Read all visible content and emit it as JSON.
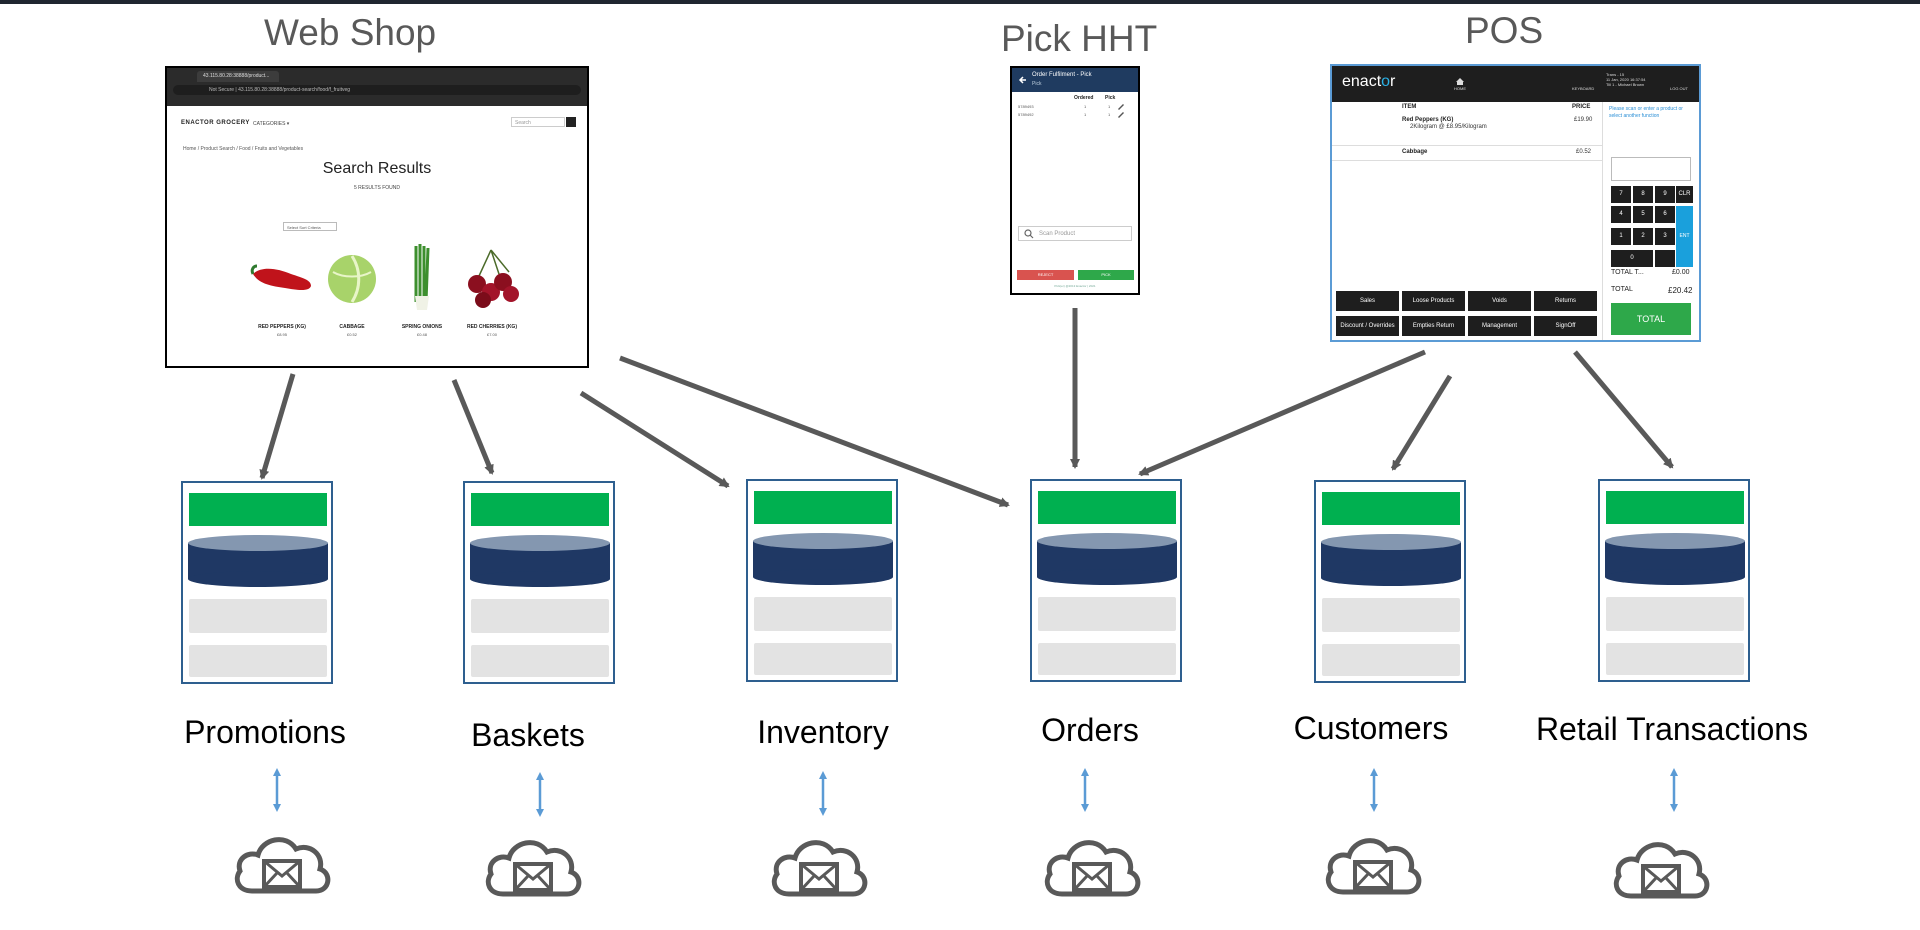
{
  "titles": {
    "web_shop": "Web Shop",
    "pick_hht": "Pick HHT",
    "pos": "POS"
  },
  "web_shop": {
    "tab_title": "43.115.80.28:38888/product...",
    "url": "43.115.80.28:38888/product-search/food/f_fruitveg",
    "url_prefix": "Not Secure",
    "brand": "ENACTOR GROCERY",
    "categories": "CATEGORIES ▾",
    "search_placeholder": "Search",
    "breadcrumb": "Home / Product Search / Food / Fruits and Vegetables",
    "heading": "Search Results",
    "results_count": "5 RESULTS FOUND",
    "sort_label": "Select Sort Criteria",
    "products": [
      {
        "name": "RED PEPPERS (KG)",
        "price": "£8.95"
      },
      {
        "name": "CABBAGE",
        "price": "£0.52"
      },
      {
        "name": "SPRING ONIONS",
        "price": "£0.48"
      },
      {
        "name": "RED CHERRIES (KG)",
        "price": "£7.00"
      }
    ]
  },
  "pick_hht": {
    "header_title": "Order Fulfilment - Pick",
    "header_sub": "Pick",
    "col_ordered": "Ordered",
    "col_pick": "Pick",
    "rows": [
      {
        "code": "5789493",
        "ordered": "1",
        "pick": "1"
      },
      {
        "code": "5789492",
        "ordered": "1",
        "pick": "1"
      }
    ],
    "scan_placeholder": "Scan Product",
    "reject_label": "REJECT",
    "pick_label": "PICK",
    "footer": "Pick(er) @2013 Enactor | 2021"
  },
  "pos": {
    "logo_prefix": "enact",
    "logo_o": "o",
    "logo_suffix": "r",
    "home_label": "HOME",
    "keyboard_label": "KEYBOARD",
    "logout_label": "LOG OUT",
    "info_line1": "Trans - 15",
    "info_line2": "11 Jan, 2020 16:37:54",
    "info_line3": "Till 1 - Michael Brown",
    "col_item": "ITEM",
    "col_price": "PRICE",
    "line1_name": "Red Peppers (KG)",
    "line1_detail": "2Kilogram @ £8.95/Kilogram",
    "line1_price": "£19.90",
    "line2_name": "Cabbage",
    "line2_price": "£0.52",
    "prompt": "Please scan or enter a product or select another function",
    "keys": [
      "7",
      "8",
      "9",
      "CLR",
      "4",
      "5",
      "6",
      "1",
      "2",
      "3",
      "0"
    ],
    "enter_label": "ENT",
    "total_tendered_label": "TOTAL T...",
    "total_tendered_value": "£0.00",
    "total_label": "TOTAL",
    "total_value": "£20.42",
    "total_button": "TOTAL",
    "function_buttons": [
      "Sales",
      "Loose Products",
      "Voids",
      "Returns",
      "Discount / Overrides",
      "Empties Return",
      "Management",
      "SignOff"
    ]
  },
  "services": [
    {
      "name": "Promotions"
    },
    {
      "name": "Baskets"
    },
    {
      "name": "Inventory"
    },
    {
      "name": "Orders"
    },
    {
      "name": "Customers"
    },
    {
      "name": "Retail Transactions"
    }
  ],
  "colors": {
    "header_green": "#00b050",
    "db_navy": "#1f3864",
    "arrow_gray": "#595959",
    "link_blue": "#5b9bd5"
  }
}
